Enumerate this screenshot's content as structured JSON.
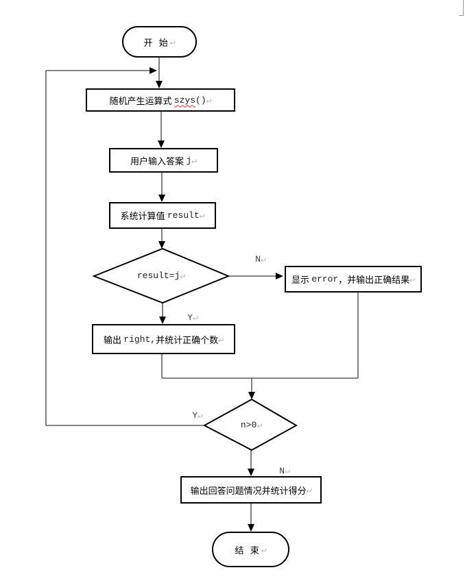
{
  "page": {
    "background": "#ffffff",
    "corner_mark_color": "#999999"
  },
  "colors": {
    "shape_border": "#000000",
    "connector": "#3c3c3c",
    "arrowhead": "#000000",
    "pilcrow": "#b4b4b4",
    "spellcheck_underline": "#ff2222"
  },
  "nodes": {
    "start": {
      "label": "开 始",
      "mark": "↵"
    },
    "generate": {
      "label": "随机产生运算式 ",
      "code": "szys",
      "parens": "()",
      "mark": "↵"
    },
    "input": {
      "label": "用户输入答案 ",
      "code": "j",
      "mark": "↵"
    },
    "compute": {
      "label": "系统计算值 ",
      "code": "result",
      "mark": "↵"
    },
    "check": {
      "code": "result=j",
      "mark": "↵"
    },
    "error": {
      "label1": "显示 ",
      "code": "error",
      "label2": "，并输出正确结果",
      "mark": "↵"
    },
    "right": {
      "label1": "输出 ",
      "code": "right,",
      "label2": "并统计正确个数",
      "mark": "↵"
    },
    "loop": {
      "code": "n>0",
      "mark": "↵"
    },
    "summary": {
      "label": "输出回答问题情况并统计得分",
      "mark": "↵"
    },
    "end": {
      "label": "结 束",
      "mark": "↵"
    }
  },
  "branch_labels": {
    "check_no": {
      "label": "N",
      "mark": "↵"
    },
    "check_yes": {
      "label": "Y",
      "mark": "↵"
    },
    "loop_yes": {
      "label": "Y",
      "mark": "↵"
    },
    "loop_no": {
      "label": "N",
      "mark": "↵"
    }
  }
}
